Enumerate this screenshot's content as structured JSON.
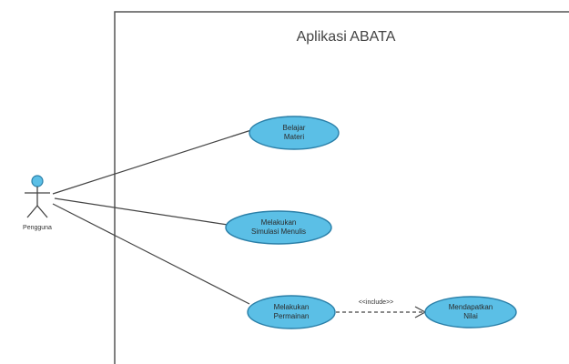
{
  "system": {
    "title": "Aplikasi ABATA"
  },
  "actor": {
    "name": "Pengguna"
  },
  "use_cases": [
    {
      "line1": "Belajar",
      "line2": "Materi"
    },
    {
      "line1": "Melakukan",
      "line2": "Simulasi Menulis"
    },
    {
      "line1": "Melakukan",
      "line2": "Permainan"
    },
    {
      "line1": "Mendapatkan",
      "line2": "Nilai"
    }
  ],
  "relations": {
    "include_label": "<<include>>"
  },
  "colors": {
    "use_case_fill": "#5bbfe6",
    "use_case_stroke": "#2a7fa8",
    "actor_head_fill": "#5bbfe6",
    "line": "#444444",
    "boundary": "#555555"
  }
}
